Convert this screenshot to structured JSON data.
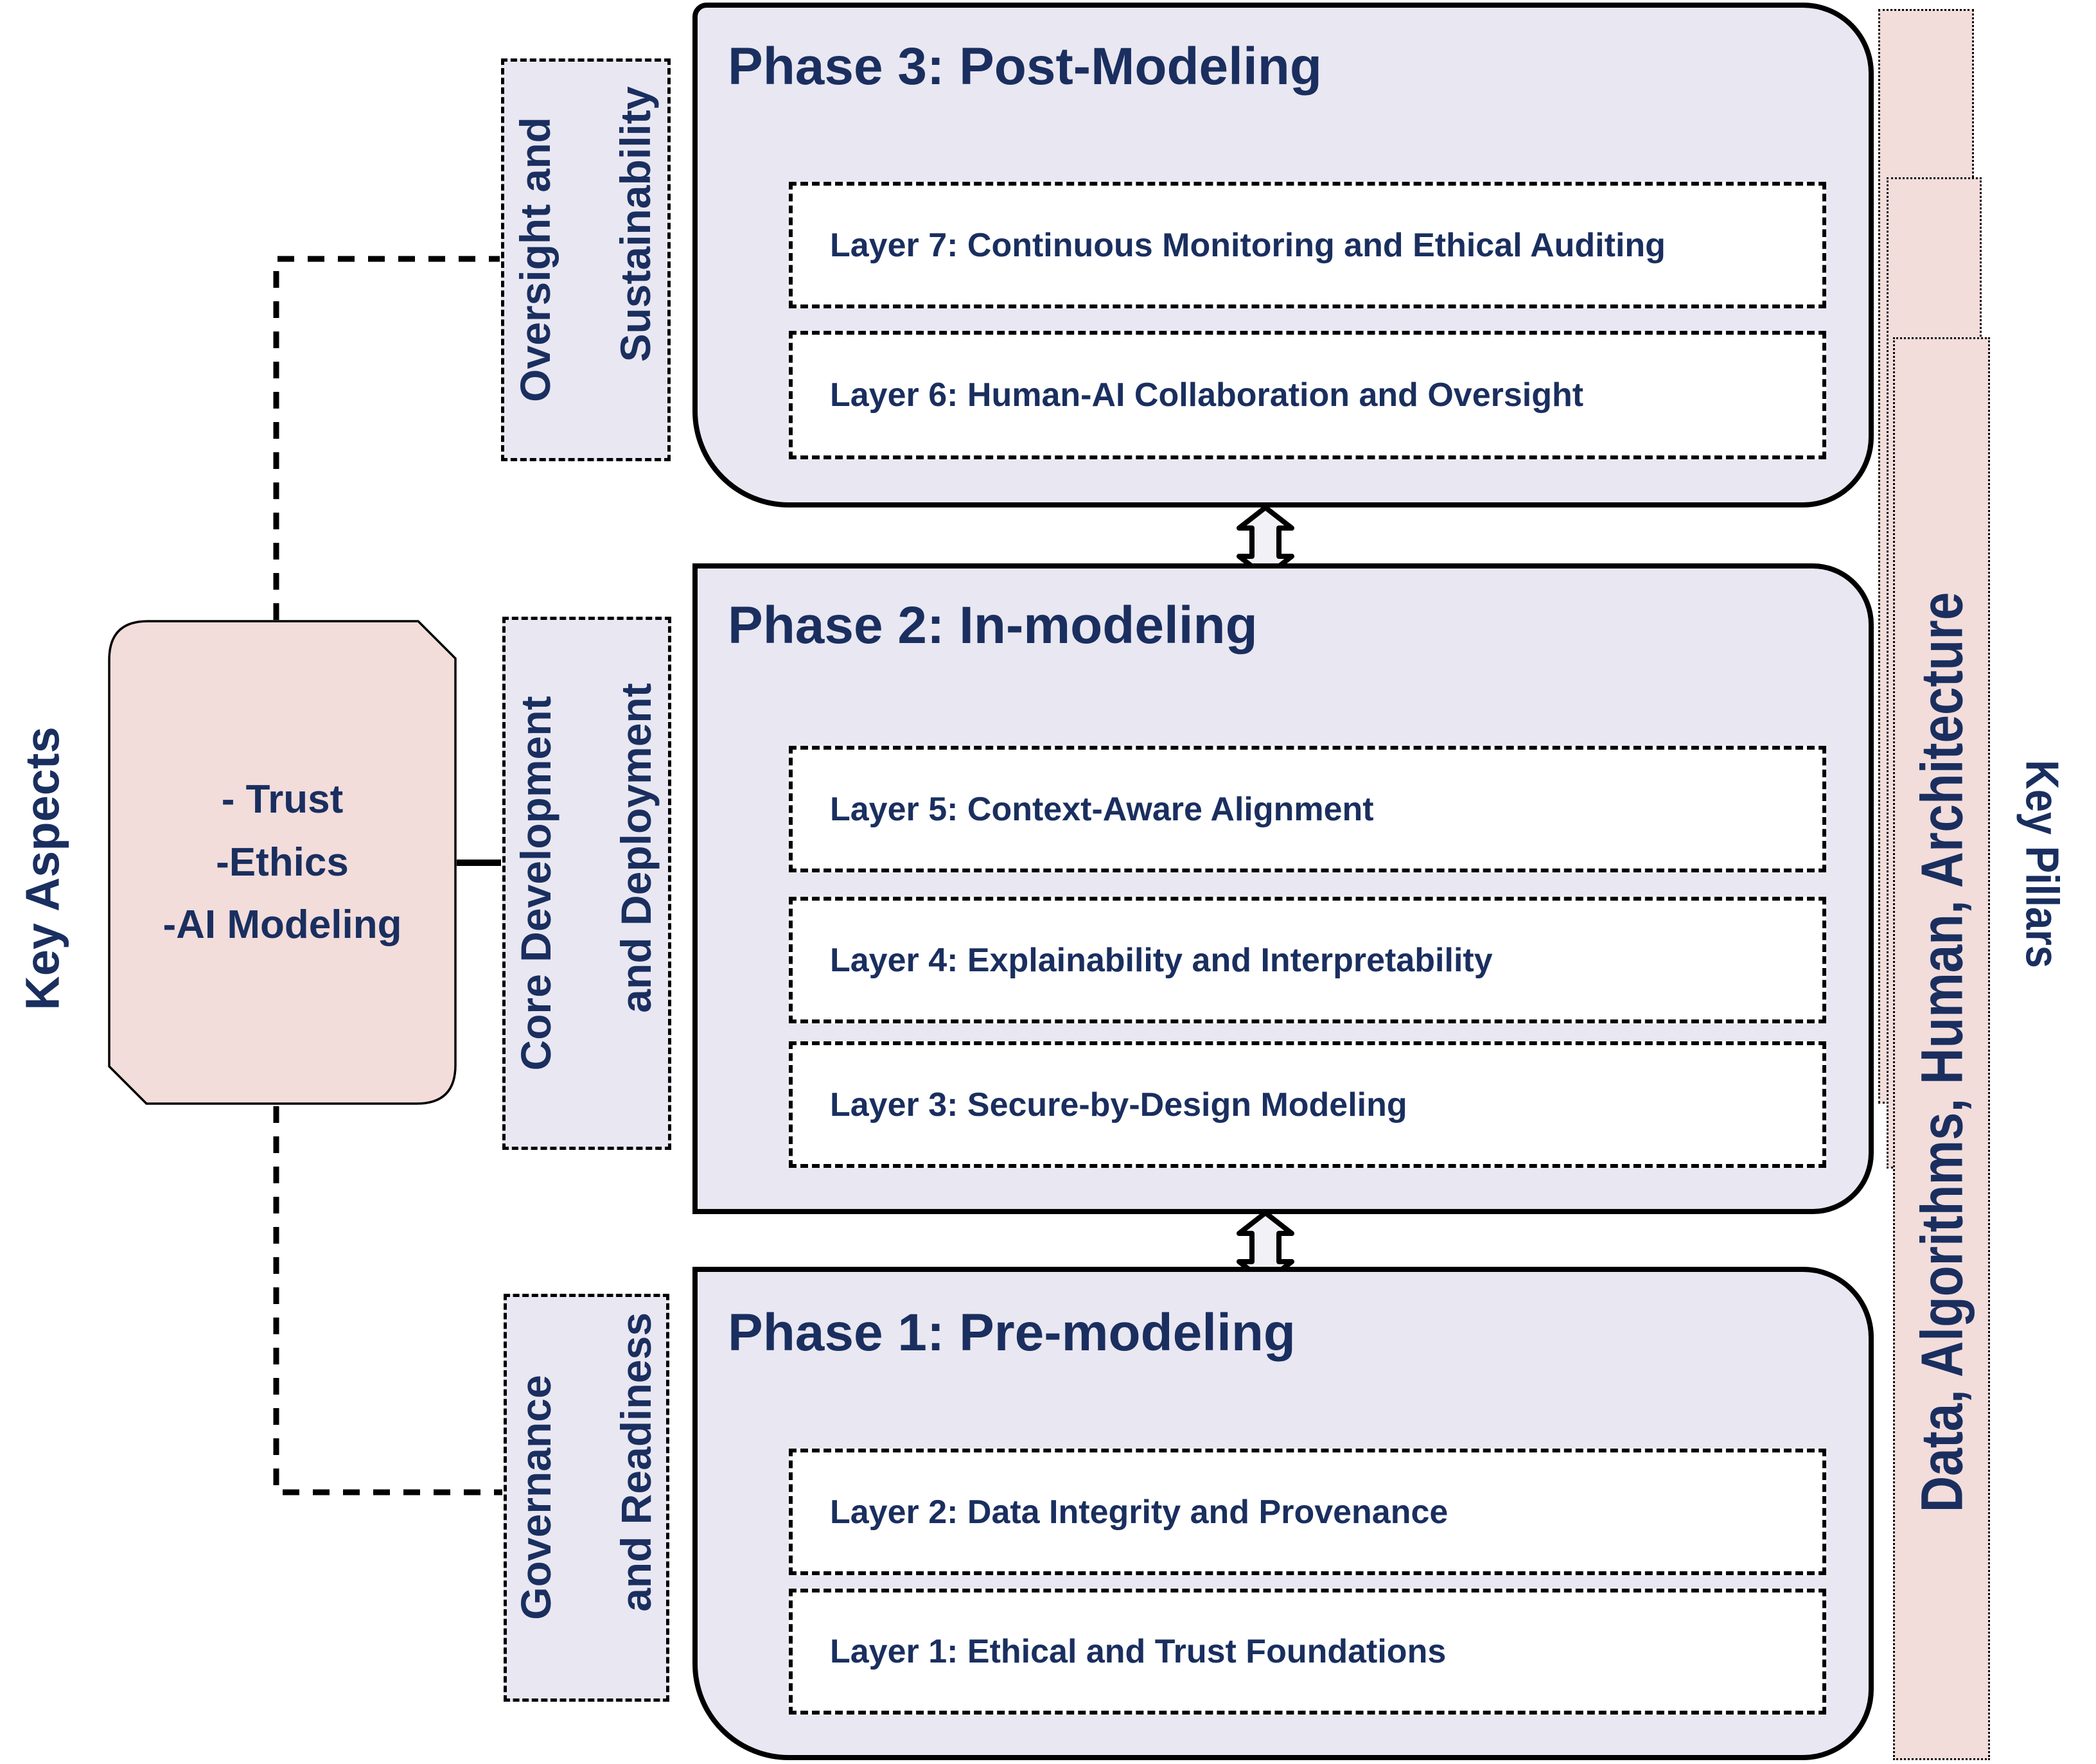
{
  "left": {
    "axis_label": "Key Aspects",
    "aspects_box": {
      "lines": [
        "- Trust",
        "-Ethics",
        "-AI Modeling"
      ]
    }
  },
  "groups": [
    {
      "line1": "Oversight and",
      "line2": "Sustainability"
    },
    {
      "line1": "Core Development",
      "line2": "and Deployment"
    },
    {
      "line1": "Governance",
      "line2": "and Readiness"
    }
  ],
  "phases": [
    {
      "title": "Phase 3: Post-Modeling",
      "layers": [
        "Layer 7: Continuous Monitoring and Ethical Auditing",
        "Layer 6: Human-AI Collaboration and Oversight"
      ]
    },
    {
      "title": "Phase 2: In-modeling",
      "layers": [
        "Layer 5: Context-Aware Alignment",
        "Layer 4: Explainability and Interpretability",
        "Layer 3: Secure-by-Design Modeling"
      ]
    },
    {
      "title": "Phase 1: Pre-modeling",
      "layers": [
        "Layer 2: Data Integrity and Provenance",
        "Layer 1: Ethical and Trust Foundations"
      ]
    }
  ],
  "right": {
    "pillars_text": "Data, Algorithms, Human, Architecture",
    "axis_label": "Key Pillars"
  },
  "colors": {
    "navy": "#1a2f5f",
    "lavender": "#e9e7f1",
    "pink": "#f2dddb",
    "arrow_fill": "#f2f1f5",
    "black": "#000000",
    "white": "#ffffff"
  }
}
